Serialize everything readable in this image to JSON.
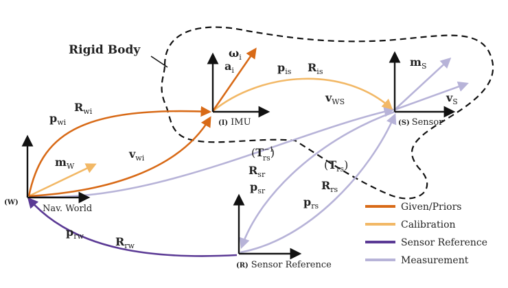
{
  "title": "Rigid Body",
  "colors": {
    "given": "#d86a17",
    "calibration": "#f2b866",
    "sensor_reference": "#5b3a95",
    "measurement": "#b7b3d8",
    "axis": "#111111",
    "outline": "#111111"
  },
  "frames": {
    "imu": {
      "tag": "(I)",
      "name": "IMU"
    },
    "sensor": {
      "tag": "(S)",
      "name": "Sensor"
    },
    "world": {
      "tag": "(W)",
      "name": "Nav. World"
    },
    "reference": {
      "tag": "(R)",
      "name": "Sensor Reference"
    }
  },
  "labels": {
    "omega_i": {
      "base": "ω",
      "sub": "i"
    },
    "a_i": {
      "base": "a",
      "sub": "i"
    },
    "p_is": {
      "base": "p",
      "sub": "is"
    },
    "R_is": {
      "base": "R",
      "sub": "is"
    },
    "m_s": {
      "base": "m",
      "sub": "S"
    },
    "v_s": {
      "base": "v",
      "sub": "S"
    },
    "v_ws": {
      "base": "v",
      "sub": "WS"
    },
    "p_wi": {
      "base": "p",
      "sub": "wi"
    },
    "R_wi": {
      "base": "R",
      "sub": "wi"
    },
    "m_w": {
      "base": "m",
      "sub": "W"
    },
    "v_wi": {
      "base": "v",
      "sub": "wi"
    },
    "T_rs_inv": {
      "open": "(",
      "base": "T",
      "sup": "−1",
      "sub": "rs",
      "close": ")"
    },
    "R_sr": {
      "base": "R",
      "sub": "sr"
    },
    "p_sr": {
      "base": "p",
      "sub": "sr"
    },
    "T_rs": {
      "open": "(",
      "base": "T",
      "sub": "rs",
      "close": ")"
    },
    "R_rs": {
      "base": "R",
      "sub": "rs"
    },
    "p_rs": {
      "base": "p",
      "sub": "rs"
    },
    "p_rw": {
      "base": "p",
      "sub": "rw"
    },
    "R_rw": {
      "base": "R",
      "sub": "rw"
    }
  },
  "legend": [
    {
      "label": "Given/Priors",
      "color": "#d86a17"
    },
    {
      "label": "Calibration",
      "color": "#f2b866"
    },
    {
      "label": "Sensor Reference",
      "color": "#5b3a95"
    },
    {
      "label": "Measurement",
      "color": "#b7b3d8"
    }
  ]
}
